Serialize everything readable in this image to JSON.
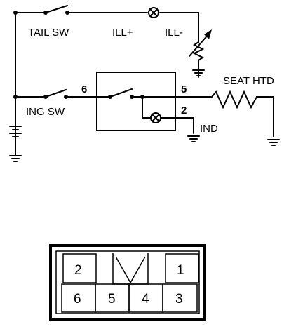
{
  "circuit": {
    "labels": {
      "tail_sw": "TAIL SW",
      "ill_plus": "ILL+",
      "ill_minus": "ILL-",
      "ing_sw": "ING SW",
      "seat_htd": "SEAT HTD",
      "ind": "IND"
    },
    "pins": {
      "pin6": "6",
      "pin5": "5",
      "pin2": "2"
    }
  },
  "connector": {
    "cells": {
      "c1": "1",
      "c2": "2",
      "c3": "3",
      "c4": "4",
      "c5": "5",
      "c6": "6"
    }
  }
}
